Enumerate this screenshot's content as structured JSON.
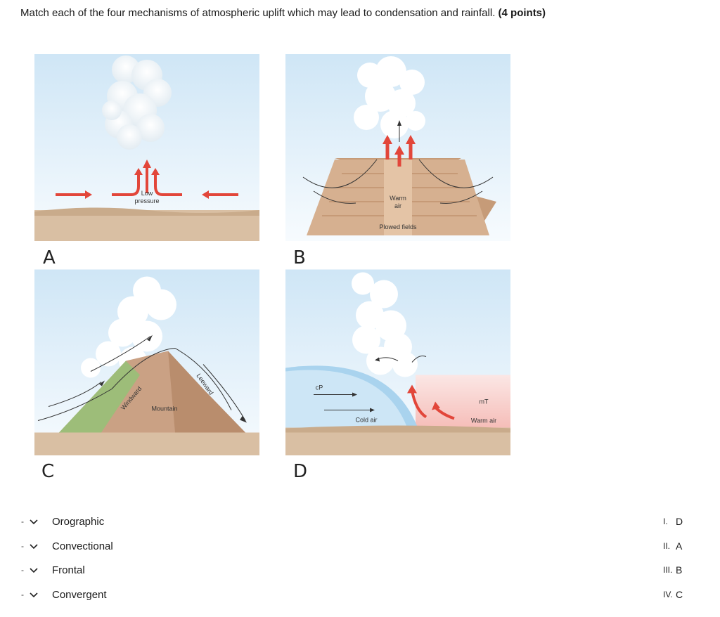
{
  "question": {
    "text": "Match each of the four mechanisms of atmospheric uplift which may lead to condensation and rainfall.",
    "points": "(4 points)"
  },
  "panels": {
    "a": {
      "letter": "A",
      "label_line1": "Low",
      "label_line2": "pressure"
    },
    "b": {
      "letter": "B",
      "label_line1": "Warm",
      "label_line2": "air",
      "ground_label": "Plowed fields"
    },
    "c": {
      "letter": "C",
      "windward": "Windward",
      "leeward": "Leeward",
      "mountain": "Mountain"
    },
    "d": {
      "letter": "D",
      "cp": "cP",
      "cold_air": "Cold air",
      "mt": "mT",
      "warm_air": "Warm air"
    }
  },
  "matches": [
    {
      "dash": "-",
      "label": "Orographic"
    },
    {
      "dash": "-",
      "label": "Convectional"
    },
    {
      "dash": "-",
      "label": "Frontal"
    },
    {
      "dash": "-",
      "label": "Convergent"
    }
  ],
  "answers": [
    {
      "num": "I.",
      "letter": "D"
    },
    {
      "num": "II.",
      "letter": "A"
    },
    {
      "num": "III.",
      "letter": "B"
    },
    {
      "num": "IV.",
      "letter": "C"
    }
  ],
  "colors": {
    "sky_top": "#cfe6f6",
    "sky_bottom": "#f6fbfe",
    "ground": "#d9bfa3",
    "arrow_red": "#e2463a",
    "cold_air": "#a9d3ee",
    "warm_air": "#f7c9c6"
  },
  "icons": {
    "dropdown": "chevron-down-icon"
  }
}
